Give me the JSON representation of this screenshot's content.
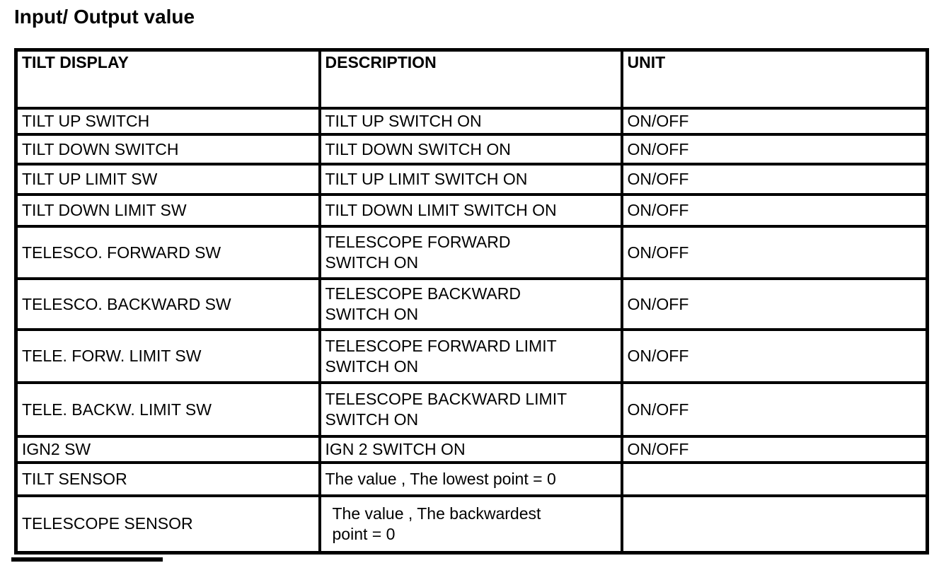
{
  "title": "Input/ Output value",
  "table": {
    "columns": [
      "TILT DISPLAY",
      "DESCRIPTION",
      "UNIT"
    ],
    "rows": [
      {
        "display": "TILT UP SWITCH",
        "description": "TILT UP SWITCH ON",
        "unit": "ON/OFF",
        "indent": false
      },
      {
        "display": "TILT DOWN SWITCH",
        "description": "TILT DOWN SWITCH ON",
        "unit": "ON/OFF",
        "indent": false
      },
      {
        "display": "TILT UP LIMIT SW",
        "description": "TILT UP LIMIT SWITCH ON",
        "unit": "ON/OFF",
        "indent": false
      },
      {
        "display": "TILT DOWN LIMIT SW",
        "description": "TILT DOWN LIMIT SWITCH ON",
        "unit": "ON/OFF",
        "indent": false
      },
      {
        "display": "TELESCO. FORWARD SW",
        "description": "TELESCOPE FORWARD\nSWITCH ON",
        "unit": "ON/OFF",
        "indent": false
      },
      {
        "display": "TELESCO. BACKWARD SW",
        "description": "TELESCOPE BACKWARD\nSWITCH ON",
        "unit": "ON/OFF",
        "indent": false
      },
      {
        "display": "TELE. FORW. LIMIT SW",
        "description": "TELESCOPE FORWARD LIMIT\nSWITCH ON",
        "unit": "ON/OFF",
        "indent": false
      },
      {
        "display": "TELE. BACKW. LIMIT SW",
        "description": "TELESCOPE BACKWARD LIMIT\nSWITCH ON",
        "unit": "ON/OFF",
        "indent": false
      },
      {
        "display": "IGN2 SW",
        "description": "IGN 2 SWITCH ON",
        "unit": "ON/OFF",
        "indent": false
      },
      {
        "display": "TILT SENSOR",
        "description": "The value , The lowest point = 0",
        "unit": "",
        "indent": false
      },
      {
        "display": "TELESCOPE SENSOR",
        "description": "The value , The backwardest\npoint = 0",
        "unit": "",
        "indent": true
      }
    ]
  },
  "colors": {
    "ink": "#000000",
    "paper": "#ffffff"
  }
}
